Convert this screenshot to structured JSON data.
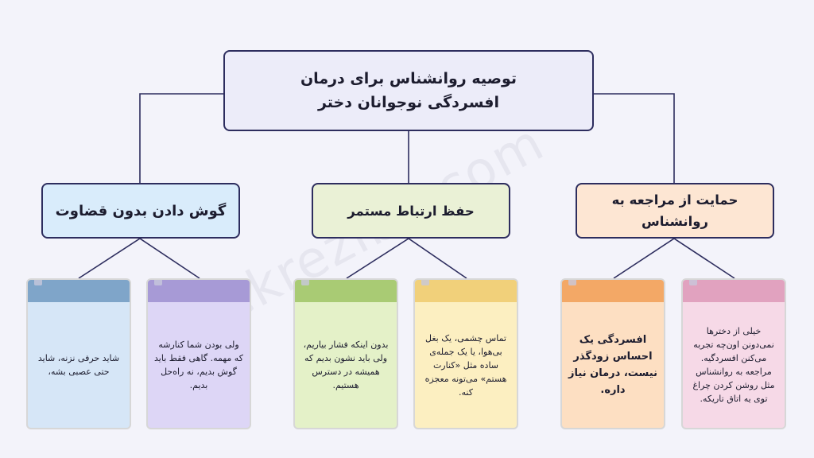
{
  "diagram": {
    "root": {
      "line1": "توصیه روانشناس برای درمان",
      "line2": "افسردگی نوجوانان دختر"
    },
    "branches": [
      {
        "id": "support",
        "label_line1": "حمایت از مراجعه به",
        "label_line2": "روانشناس"
      },
      {
        "id": "contact",
        "label": "حفظ ارتباط مستمر"
      },
      {
        "id": "listen",
        "label": "گوش دادن بدون قضاوت"
      }
    ],
    "notes": [
      {
        "branch": "listen",
        "text": "شاید حرفی نزنه، شاید حتی عصبی بشه،",
        "tab_color": "#7fa5c9",
        "body_color": "#d6e6f7"
      },
      {
        "branch": "listen",
        "text": "ولی بودن شما کنارشه که مهمه. گاهی فقط باید گوش بدیم، نه راه‌حل بدیم.",
        "tab_color": "#a79ad6",
        "body_color": "#ddd6f6"
      },
      {
        "branch": "contact",
        "text": "بدون اینکه فشار بیاریم، ولی باید نشون بدیم که همیشه در دسترس هستیم.",
        "tab_color": "#a9cb74",
        "body_color": "#e4f1c8"
      },
      {
        "branch": "contact",
        "text": "تماس چشمی، یک بغل بی‌هوا، یا یک جمله‌ی ساده مثل «کنارت هستم» می‌تونه معجزه کنه.",
        "tab_color": "#f1d07a",
        "body_color": "#fcefc1"
      },
      {
        "branch": "support",
        "text": "افسردگی یک احساس زودگذر نیست، درمان نیاز داره.",
        "tab_color": "#f3a866",
        "body_color": "#fddfc2"
      },
      {
        "branch": "support",
        "text": "خیلی از دخترها نمی‌دونن اون‌چه تجربه می‌کنن افسردگیه. مراجعه به روانشناس مثل روشن کردن چراغ توی یه اتاق تاریکه.",
        "tab_color": "#e1a2bf",
        "body_color": "#f6d9e7"
      }
    ],
    "watermark": "fekreziba.com",
    "colors": {
      "border": "#2d2d5e",
      "background": "#f3f3fa"
    }
  }
}
